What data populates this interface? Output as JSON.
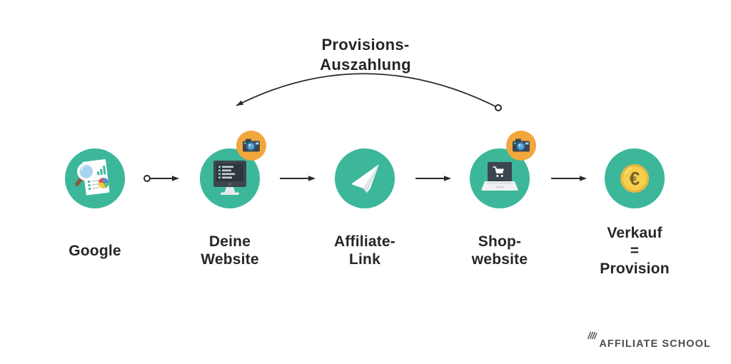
{
  "title": {
    "line1": "Provisions-",
    "line2": "Auszahlung"
  },
  "nodes": [
    {
      "name": "google",
      "icon": "search-report-icon",
      "label": {
        "l1": "Google"
      }
    },
    {
      "name": "deine-website",
      "icon": "code-monitor-icon",
      "badge": "camera-icon",
      "label": {
        "l1": "Deine",
        "l2": "Website"
      }
    },
    {
      "name": "affiliate-link",
      "icon": "paper-plane-icon",
      "label": {
        "l1": "Affiliate-",
        "l2": "Link"
      }
    },
    {
      "name": "shop-website",
      "icon": "shop-laptop-icon",
      "badge": "camera-icon",
      "label": {
        "l1": "Shop-",
        "l2": "website"
      }
    },
    {
      "name": "verkauf-provision",
      "icon": "euro-coin-icon",
      "label": {
        "l1": "Verkauf",
        "l2": "=",
        "l3": "Provision"
      }
    }
  ],
  "logo": {
    "text": "AFFILIATE SCHOOL",
    "mark": "slashes-icon"
  },
  "colors": {
    "circle_teal": "#3CB79A",
    "badge_orange": "#F2A73D",
    "device_dark": "#3D464E",
    "coin_gold": "#F6D04C",
    "coin_ring": "#E9B83D",
    "arrow_dark": "#2a2a2a",
    "text_dark": "#26262a",
    "logo_gray": "#4d4d52"
  }
}
